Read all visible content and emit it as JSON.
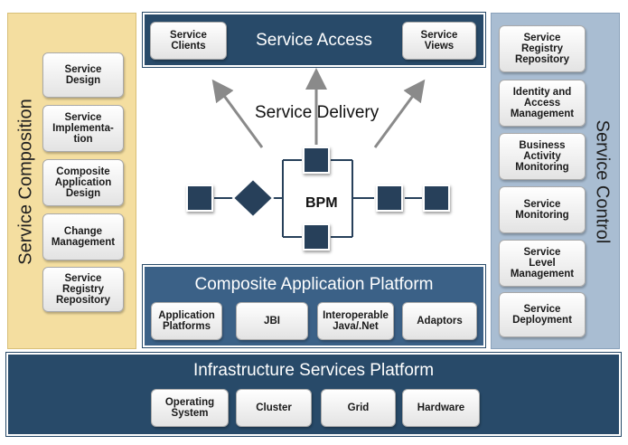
{
  "service_composition": {
    "title": "Service Composition",
    "items": [
      "Service\nDesign",
      "Service\nImplementa-\ntion",
      "Composite\nApplication\nDesign",
      "Change\nManagement",
      "Service\nRegistry\nRepository"
    ]
  },
  "service_control": {
    "title": "Service Control",
    "items": [
      "Service\nRegistry\nRepository",
      "Identity and\nAccess\nManagement",
      "Business\nActivity\nMonitoring",
      "Service\nMonitoring",
      "Service\nLevel\nManagement",
      "Service\nDeployment"
    ]
  },
  "service_access": {
    "title": "Service Access",
    "left_item": "Service\nClients",
    "right_item": "Service\nViews"
  },
  "service_delivery": {
    "title": "Service Delivery",
    "bpm_label": "BPM"
  },
  "composite_platform": {
    "title": "Composite Application Platform",
    "items": [
      "Application\nPlatforms",
      "JBI",
      "Interoperable\nJava/.Net",
      "Adaptors"
    ]
  },
  "infrastructure_platform": {
    "title": "Infrastructure Services Platform",
    "items": [
      "Operating\nSystem",
      "Cluster",
      "Grid",
      "Hardware"
    ]
  },
  "colors": {
    "composition_bg": "#f4dea0",
    "control_bg": "#a9bdd2",
    "dark_blue": "#284a69",
    "node": "#27405a"
  }
}
